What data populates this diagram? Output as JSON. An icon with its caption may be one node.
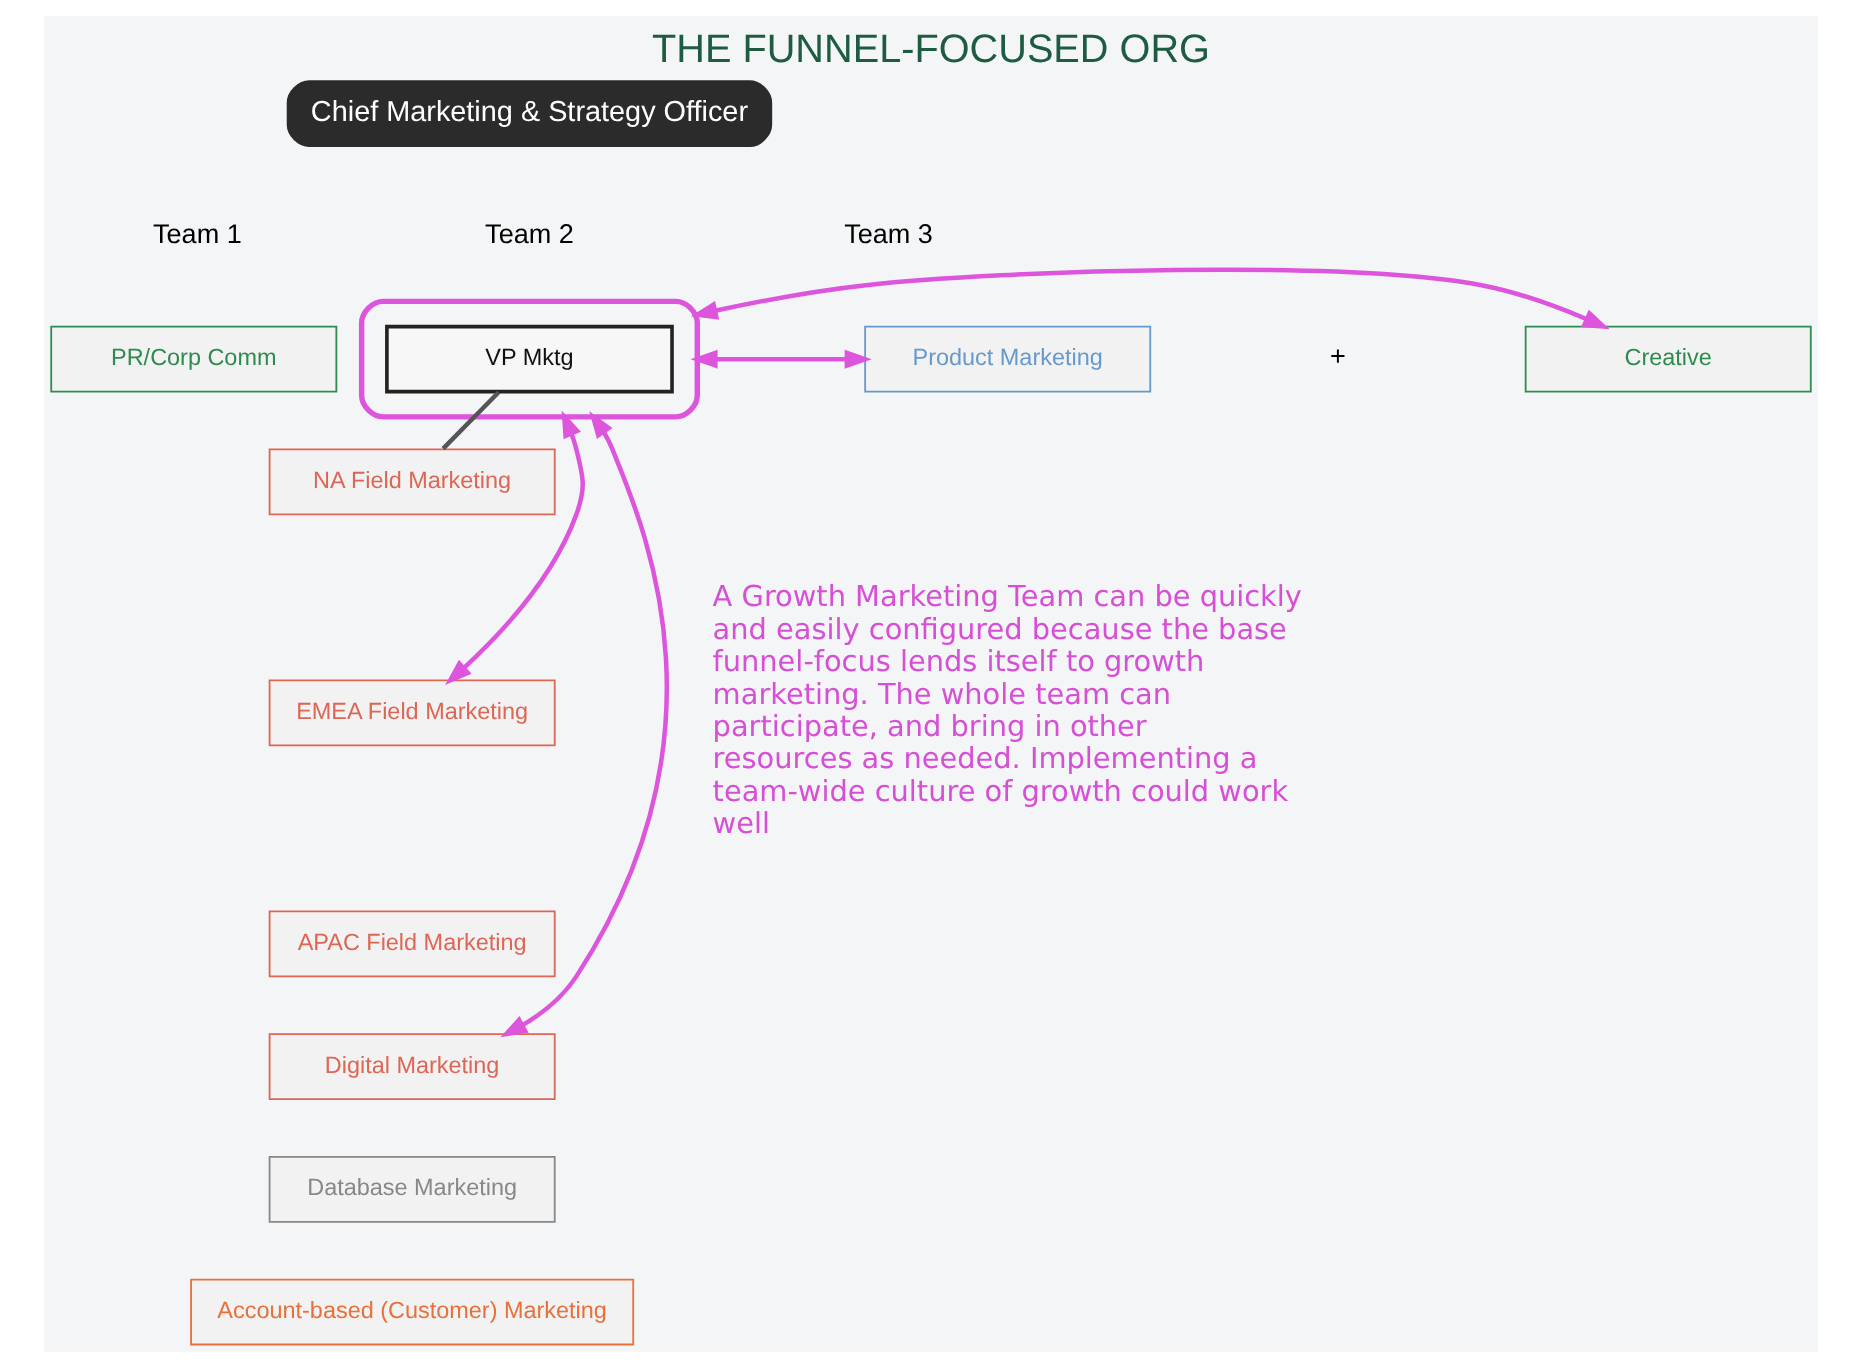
{
  "diagram": {
    "title": "THE FUNNEL-FOCUSED ORG",
    "nodes": [
      {
        "text": [
          "Chief Marketing & Strategy Officer"
        ]
      },
      {
        "text": [
          "PR/Corp Comm"
        ]
      },
      {
        "text": [],
        "shape": "box"
      },
      {
        "text": [
          "VP Mktg"
        ],
        "in": 2
      },
      {
        "text": [
          "Product Marketing"
        ]
      },
      {
        "text": [
          "Creative"
        ]
      },
      {
        "text": [
          "NA Field Marketing"
        ]
      },
      {
        "text": [
          "EMEA Field Marketing"
        ]
      },
      {
        "text": [
          "APAC Field Marketing"
        ]
      },
      {
        "text": [
          "Digital Marketing"
        ]
      },
      {
        "text": [
          "Database Marketing"
        ]
      },
      {
        "text": [
          "Account-based (Customer) Marketing"
        ]
      }
    ],
    "edges": [
      {
        "from": 3,
        "to": 6,
        "arrow": "none",
        "color": "#555555"
      },
      {
        "from": 2,
        "to": 7,
        "arrow": "both"
      },
      {
        "from": 2,
        "to": 9,
        "arrow": "both"
      },
      {
        "from": 2,
        "to": 4,
        "arrow": "both"
      },
      {
        "from": 2,
        "to": 5,
        "arrow": "both"
      }
    ],
    "labels": [
      "Team 1",
      "Team 2",
      "Team 3",
      "+",
      "A Growth Marketing Team can be quickly and easily configured because the base funnel-focus lends itself to growth marketing. The whole team can participate, and bring in other resources as needed. Implementing a team-wide culture of growth could work well"
    ]
  }
}
